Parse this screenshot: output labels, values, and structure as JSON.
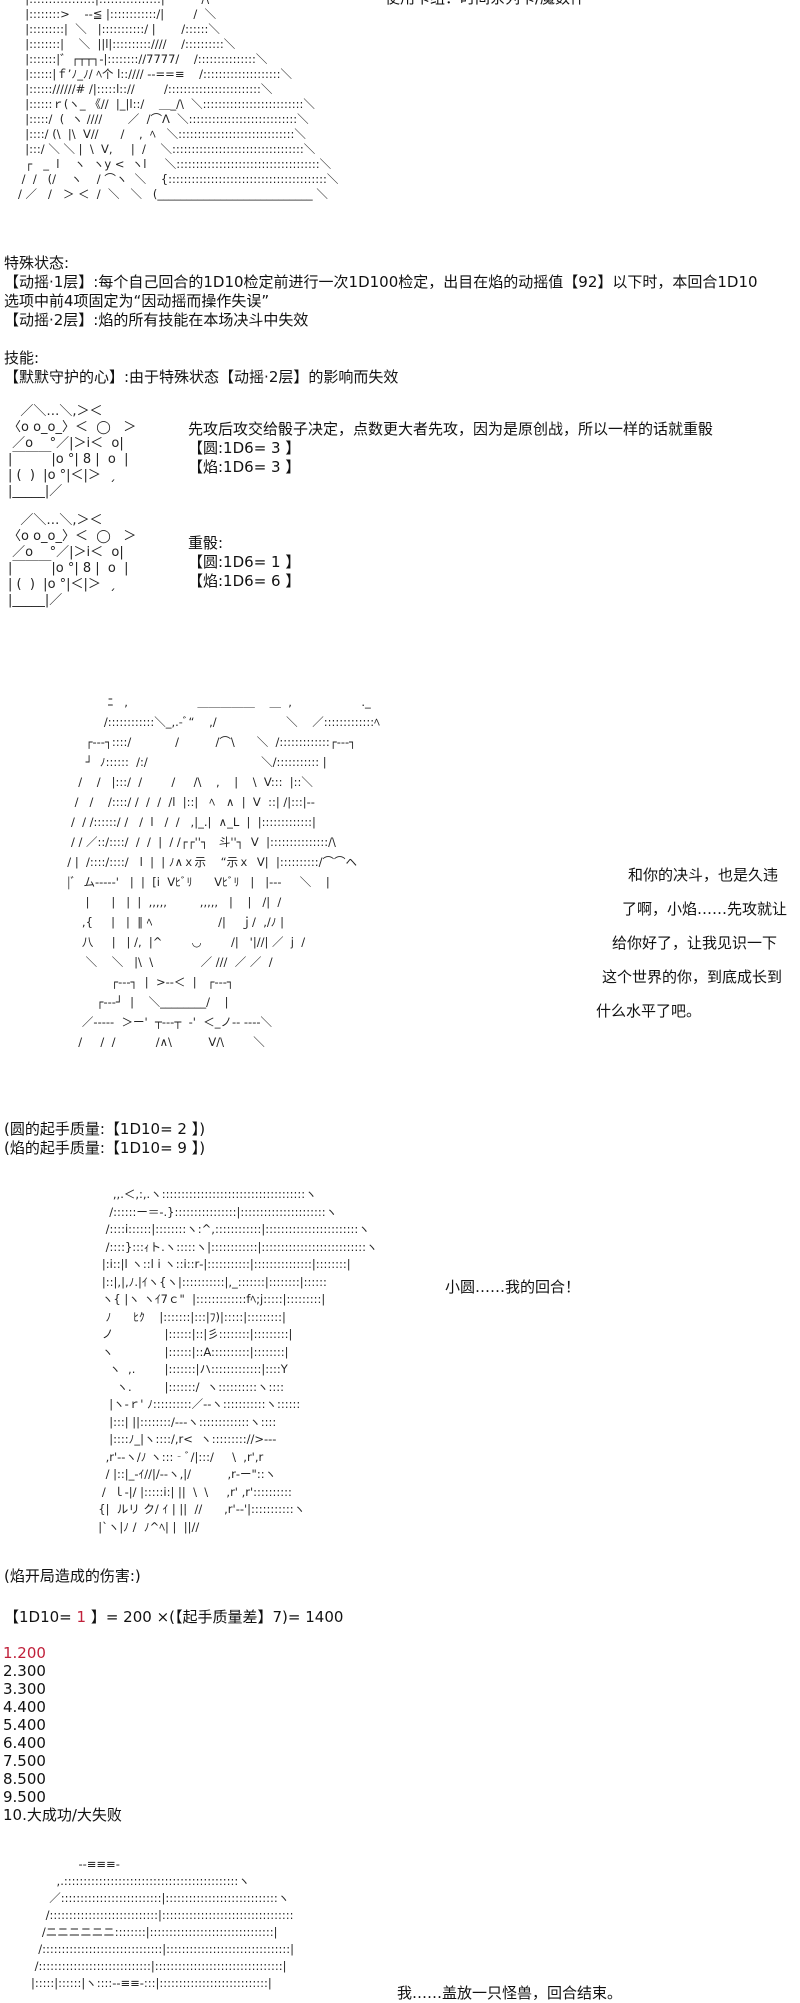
{
  "header_cut": "使用卡组：时间系列卡/魔数件",
  "status": {
    "title": "特殊状态:",
    "lines": [
      "【动摇·1层】:每个自己回合的1D10检定前进行一次1D100检定，出目在焰的动摇值【92】以下时，本回合1D10",
      "选项中前4项固定为“因动摇而操作失误”",
      "【动摇·2层】:焰的所有技能在本场决斗中失效"
    ]
  },
  "skills": {
    "title": "技能:",
    "lines": [
      "【默默守护的心】:由于特殊状态【动摇·2层】的影响而失效"
    ]
  },
  "dice1": {
    "text": "先攻后攻交给骰子决定，点数更大者先攻，因为是原创战，所以一样的话就重骰",
    "madoka": "【圆:1D6= 3 】",
    "homura": "【焰:1D6= 3 】"
  },
  "dice2": {
    "text": "重骰:",
    "madoka": "【圆:1D6= 1 】",
    "homura": "【焰:1D6= 6 】"
  },
  "madoka_speech": [
    "和你的决斗，也是久违",
    "了啊，小焰……先攻就让",
    "给你好了，让我见识一下",
    "这个世界的你，到底成长到",
    "什么水平了吧。"
  ],
  "hand_quality": {
    "madoka": "(圆的起手质量:【1D10= 2 】)",
    "homura": "(焰的起手质量:【1D10= 9 】)"
  },
  "homura_speech": "小圆……我的回合！",
  "damage": {
    "title": "(焰开局造成的伤害:)",
    "formula_pre": "【1D10= ",
    "formula_roll": "1",
    "formula_post": " 】= 200 ×(【起手质量差】7)= 1400",
    "table": [
      "1.200",
      "2.300",
      "3.300",
      "4.400",
      "5.400",
      "6.400",
      "7.500",
      "8.500",
      "9.500",
      "10.大成功/大失败"
    ],
    "highlight_color": "#c0203a"
  },
  "end_text": "我……盖放一只怪兽，回合结束。",
  "aa": {
    "top": "  |:::::::::::::::::|::::::::::::::::|          /\\\n  |::::::::>    ‐‐≦ |::::::::::::/|        /  ＼\n  |:::::::::|  ＼   |:::::::::::/ |       /::::::＼\n  |::::::::|    ＼  ||l|::::::::::////    /::::::::::＼\n  |:::::::|゛┌┬┬┐‐|:::::::://7777/    /:::::::::::::::＼\n  |::::::|ｆ’ﾉ_ﾉ/ ﾍ个 l:://// ‐‐==≡    /::::::::::::::::::::＼\n  |:::::://////# /|:::::l:://        /::::::::::::::::::::::::＼\n  |::::::ｒ(ヽ_ 《//  |_|l::/    ＿_/\\  ＼::::::::::::::::::::::::::＼\n  |:::::/  (  ヽ ////       ／  /⌒Λ  ＼::::::::::::::::::::::::::::＼\n  |::::/ (\\  |\\  V//      /    ,  ﾍ   ＼::::::::::::::::::::::::::::::＼\n  |:::/ ＼ ＼ |  \\  V,     |  /    ＼::::::::::::::::::::::::::::::::::＼\n  ┌   _  l    ヽ  ヽy <  ヽl     ＼:::::::::::::::::::::::::::::::::::::＼\n /  /   (/    ヽ    / ⌒ヽ  ＼    {:::::::::::::::::::::::::::::::::::::::::＼\n/ ／   /   ＞ ＜  /  ＼   ＼   (___________________________ ＼",
    "dice": "   ／＼…＼,＞＜\n〈o o_o_〉＜  ◯   ＞\n ／o    °／|＞i＜  o|\n|￣￣￣|o °| 8 |  o  |\n| (  )  |o °|＜|＞  ˏ\n|_____|／",
    "madoka_big": "             ﾆ   ,                   ＿＿＿＿＿    ＿  ,                   ._\n            /::::::::::::＼_,.-ﾞ“    ,/                   ＼    ／:::::::::::::ﾍ\n       ┌‐‐‐┐::::/            /          /⌒\\      ＼  /:::::::::::::┌‐‐‐┐\n       ┘  ﾉ::::::  /:/                               ＼/::::::::::: |\n     /    /   |:::/  /        /     /\\    ,    |    \\  V:::  |::＼\n    /   /    /::::/ /  /  /  /l  |::|   ﾍ   ∧  |  V  ::| /|:::|‐‐\n   /  / /::::::/ /   /  l   /  /   ,|_.|  ∧_L  |  |:::::::::::::|\n   / / ／::/::::/  /  /  |  / /┌┌''┐   斗''┐  V  |:::::::::::::::/\\\n  / |  /::::/::::/   l  |  | ﾉ∧ｘ示    “示ｘ  V|  |::::::::::/⌒⌒ヘ\n  |ﾞ  ム‐‐‐‐‐'   |  |  [i  Vﾋﾞﾘ      Vﾋﾞﾘ   |   |‐‐‐     ＼    |\n       |      |   |  |  ,,,,,         ,,,,,   |    |   /|  /\n      ,{     |   |  ‖ ﾍ                  /|    ｊ/  ,/ﾉ |\n      八     |   | /,  |^        ◡        /|   '|//| ／  j  /\n       ＼    ＼   |\\  \\             ／ ///  ／ ／  /\n              ┌‐‐‐┐  |  >‐‐＜  |   ┌‐‐‐┐\n          ┌‐‐‐┘  |    ＼________/    |\n      ／‐‐‐‐‐  ＞ー'  ┬‐‐‐┬  ‐'  ＜_ノ‐‐ ‐‐‐‐＼\n     /     /  /           /∧\\          V/\\        ＼",
    "homura_big": "         ,,.＜,:,.ヽ:::::::::::::::::::::::::::::::::::::ヽ\n        /::::::ー＝-.}::::::::::::::::|::::::::::::::::::::::ヽ\n       /::::i::::::|::::::::ヽ:^,::::::::::::|::::::::::::::::::::::::ヽ\n       /::::}:::ｨト.ヽ:::::ヽ|::::::::::::|:::::::::::::::::::::::::::ヽ\n      |:i::|l ヽ::l i ヽ::i::r‐|:::::::::::|:::::::::::::::|::::::::|\n      |::|,|,ﾉ.|ｲヽ{ヽ|:::::::::::|,_:::::::|::::::::|::::::\n      ヽ{ |ヽ ヽｲ7ｃ\"  |:::::::::::::fﾍ;j:::::|:::::::::|\n       ﾉ      ﾋｸ    |:::::::|:::|ﾌ)|:::::|:::::::::|\n      ノ              |::::::|::|彡::::::::|:::::::::|\n      ヽ              |::::::|::A::::::::::|::::::::|\n        ヽ  ,.        |:::::::|ハ:::::::::::::|::::Y\n          ヽ.         |:::::::/  ヽ::::::::::ヽ::::\n        |ヽ‐ｒ' ﾉ::::::::::／‐‐ヽ:::::::::::ヽ::::::\n        |:::| ||::::::::/‐‐‐ヽ:::::::::::::ヽ::::\n        |::::ﾉ_|ヽ::::/,r<  ヽ::::::::://>‐‐‐\n       ,r'‐‐ヽ/ﾉ ヽ:::‐ﾞ/|:::/     \\  ,r',r\n       / |::|_‐ｲ//|/‐‐ヽ,|/          ,r‐ー\"::ヽ\n      /  ｌ‐|/ |:::::i:| ||  \\  \\     ,r' ,r'::::::::::\n     {|  ルリ ク/ ｲ | ||  //      ,r'‐‐'|:::::::::::ヽ\n     |`ヽ|ﾉ /  ﾉ^ﾍ| |  ||//",
    "bottom": "                ‐‐≡≡≡‐\n          ,.:::::::::::::::::::::::::::::::::::::::::::::ヽ\n        ／::::::::::::::::::::::::::|:::::::::::::::::::::::::::::ヽ\n       /::::::::::::::::::::::::::::|::::::::::::::::::::::::::::::::::\n      /ニニニニニニ::::::::|::::::::::::::::::::::::::::::::|\n     /:::::::::::::::::::::::::::::::|::::::::::::::::::::::::::::::::|\n    /:::::::::::::::::::::::::::::|:::::::::::::::::::::::::::::::::|\n   |:::::|::::::|ヽ::::‐‐≡≡‐:::|::::::::::::::::::::::::::::|"
  }
}
